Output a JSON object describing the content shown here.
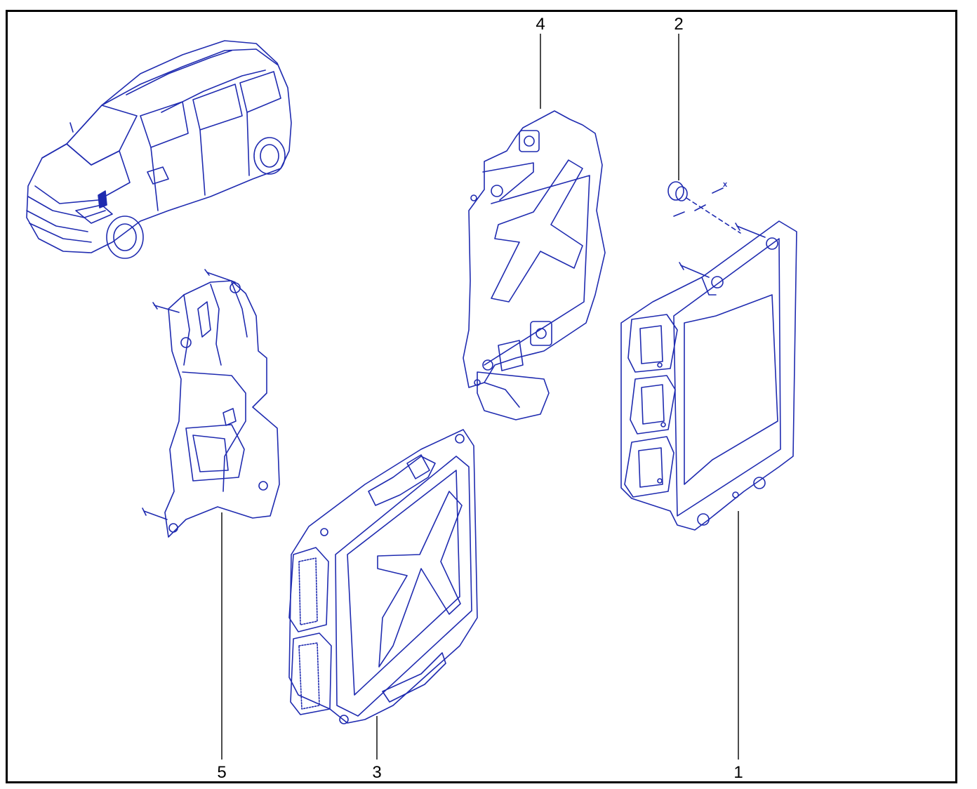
{
  "diagram": {
    "line_color": "#1f2bb0",
    "leader_color": "#000000",
    "frame_color": "#000000",
    "direction_mark": "x",
    "callouts": [
      {
        "id": "4",
        "label": "4"
      },
      {
        "id": "2",
        "label": "2"
      },
      {
        "id": "5",
        "label": "5"
      },
      {
        "id": "3",
        "label": "3"
      },
      {
        "id": "1",
        "label": "1"
      }
    ]
  }
}
